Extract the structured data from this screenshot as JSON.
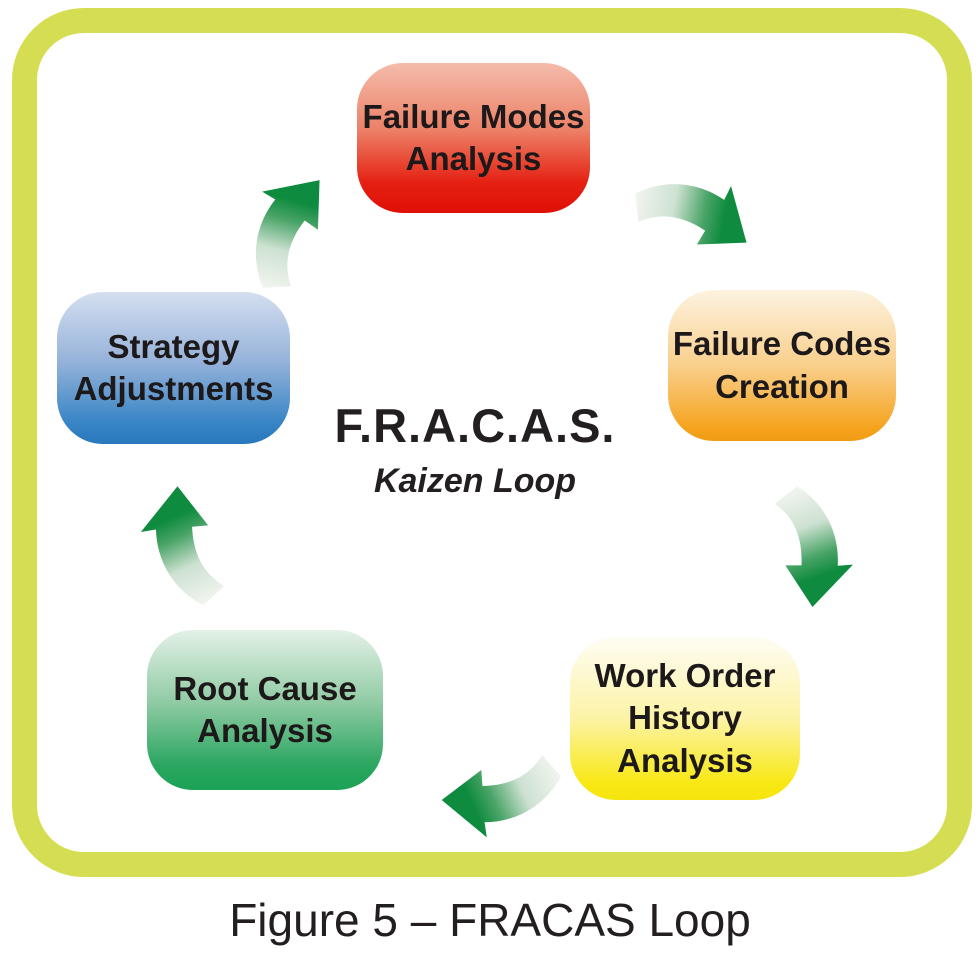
{
  "figure": {
    "center": {
      "title": "F.R.A.C.A.S.",
      "subtitle": "Kaizen Loop"
    },
    "caption": "Figure 5 – FRACAS Loop",
    "nodes": [
      {
        "id": "failure-modes-analysis",
        "label": "Failure Modes\nAnalysis",
        "color_top": "#f4bcab",
        "color_bottom": "#e52012",
        "position": "top"
      },
      {
        "id": "failure-codes-creation",
        "label": "Failure Codes\nCreation",
        "color_top": "#fdf3e0",
        "color_bottom": "#f5a31c",
        "position": "right"
      },
      {
        "id": "work-order-history-analysis",
        "label": "Work Order\nHistory\nAnalysis",
        "color_top": "#fefdf4",
        "color_bottom": "#f8e813",
        "position": "bottom-right"
      },
      {
        "id": "root-cause-analysis",
        "label": "Root Cause\nAnalysis",
        "color_top": "#e4f1e7",
        "color_bottom": "#1ba256",
        "position": "bottom-left"
      },
      {
        "id": "strategy-adjustments",
        "label": "Strategy\nAdjustments",
        "color_top": "#d4dff0",
        "color_bottom": "#2878bd",
        "position": "left"
      }
    ],
    "flow": [
      "failure-modes-analysis -> failure-codes-creation",
      "failure-codes-creation -> work-order-history-analysis",
      "work-order-history-analysis -> root-cause-analysis",
      "root-cause-analysis -> strategy-adjustments",
      "strategy-adjustments -> failure-modes-analysis"
    ],
    "colors": {
      "frame_border": "#d5de52",
      "arrow_green": "#0e8b3e",
      "text": "#231f20",
      "background": "#ffffff"
    }
  }
}
